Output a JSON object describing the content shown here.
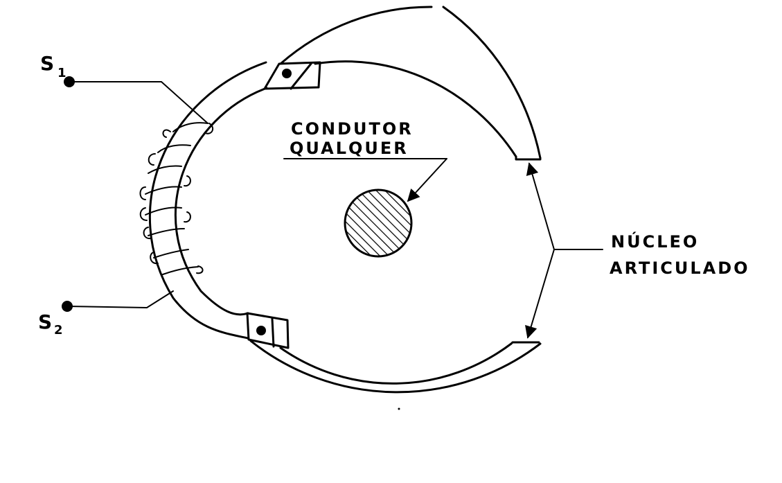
{
  "labels": {
    "conductor_line1": "CONDUTOR",
    "conductor_line2": "QUALQUER",
    "core_line1": "NÚCLEO",
    "core_line2": "ARTICULADO",
    "terminal_s1_letter": "S",
    "terminal_s1_index": "1",
    "terminal_s2_letter": "S",
    "terminal_s2_index": "2"
  }
}
